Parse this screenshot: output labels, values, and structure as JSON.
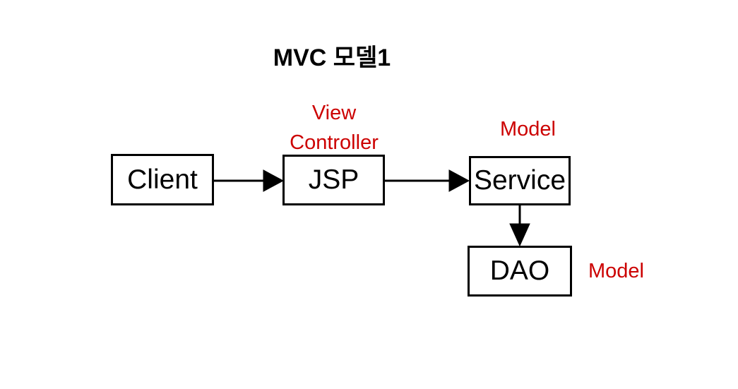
{
  "title": "MVC 모델1",
  "colors": {
    "annotation_red": "#cc0000",
    "line_black": "#000000",
    "background": "#ffffff"
  },
  "annotations": {
    "view_controller_line1": "View",
    "view_controller_line2": "Controller",
    "model_service": "Model",
    "model_dao": "Model"
  },
  "nodes": [
    {
      "id": "client",
      "label": "Client"
    },
    {
      "id": "jsp",
      "label": "JSP"
    },
    {
      "id": "service",
      "label": "Service"
    },
    {
      "id": "dao",
      "label": "DAO"
    }
  ],
  "edges": [
    {
      "from": "client",
      "to": "jsp",
      "direction": "right"
    },
    {
      "from": "jsp",
      "to": "service",
      "direction": "right"
    },
    {
      "from": "service",
      "to": "dao",
      "direction": "down"
    }
  ]
}
